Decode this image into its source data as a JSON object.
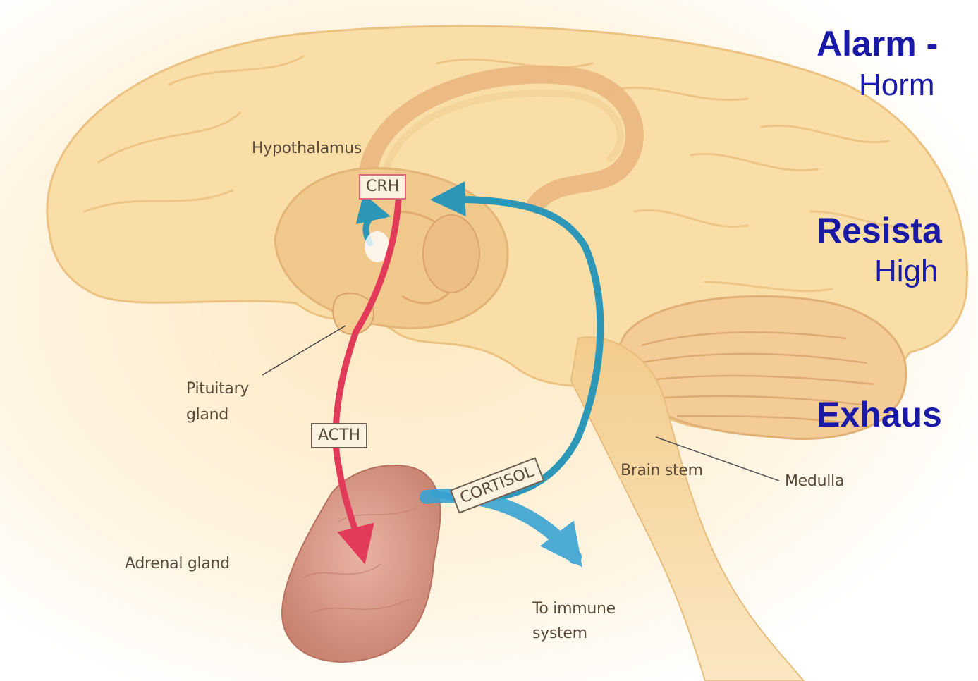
{
  "diagram": {
    "labels": {
      "hypothalamus": "Hypothalamus",
      "crh": "CRH",
      "pituitary_line1": "Pituitary",
      "pituitary_line2": "gland",
      "acth": "ACTH",
      "cortisol": "CORTISOL",
      "brain_stem": "Brain stem",
      "medulla": "Medulla",
      "adrenal_gland": "Adrenal gland",
      "immune_line1": "To immune",
      "immune_line2": "system"
    },
    "colors": {
      "brain": "#f9dfa7",
      "brain_shadow": "#ecc283",
      "acth_arrow": "#e23b5a",
      "cortisol_arrow": "#2c97b7",
      "adrenal": "#dd9a88",
      "slide_text": "#1a1aa6"
    }
  },
  "slide_text": {
    "alarm": "Alarm -",
    "alarm_sub": "Horm",
    "resistance": "Resista",
    "resistance_sub": "High",
    "exhaustion": "Exhaus"
  }
}
